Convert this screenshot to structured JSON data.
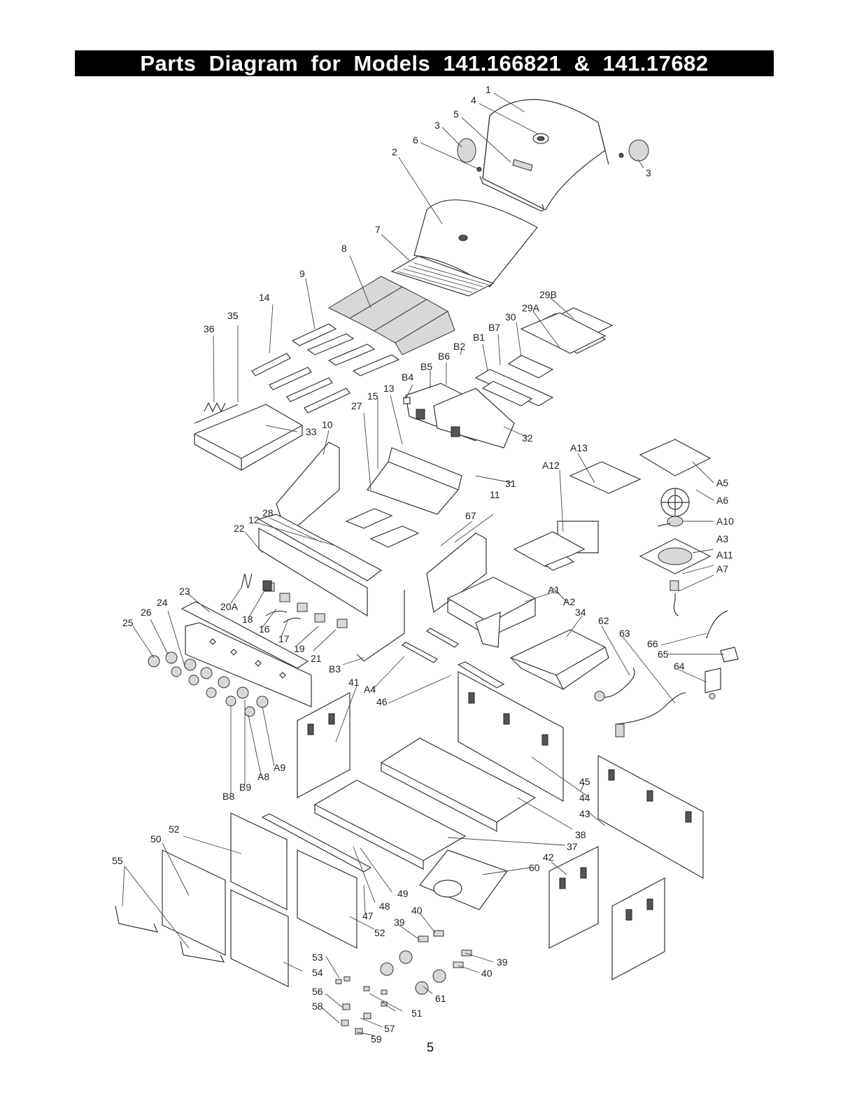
{
  "title": "Parts  Diagram  for  Models  141.166821  &  141.17682",
  "page_number": "5",
  "part_labels": [
    {
      "id": "p1",
      "text": "1"
    },
    {
      "id": "p4",
      "text": "4"
    },
    {
      "id": "p5",
      "text": "5"
    },
    {
      "id": "p3a",
      "text": "3"
    },
    {
      "id": "p6",
      "text": "6"
    },
    {
      "id": "p3b",
      "text": "3"
    },
    {
      "id": "p2",
      "text": "2"
    },
    {
      "id": "p7",
      "text": "7"
    },
    {
      "id": "p8",
      "text": "8"
    },
    {
      "id": "p9",
      "text": "9"
    },
    {
      "id": "p14",
      "text": "14"
    },
    {
      "id": "p35",
      "text": "35"
    },
    {
      "id": "p36",
      "text": "36"
    },
    {
      "id": "p29B",
      "text": "29B"
    },
    {
      "id": "p29A",
      "text": "29A"
    },
    {
      "id": "p30",
      "text": "30"
    },
    {
      "id": "pB7",
      "text": "B7"
    },
    {
      "id": "pB1",
      "text": "B1"
    },
    {
      "id": "pB2",
      "text": "B2"
    },
    {
      "id": "pB6",
      "text": "B6"
    },
    {
      "id": "pB5",
      "text": "B5"
    },
    {
      "id": "pB4",
      "text": "B4"
    },
    {
      "id": "p13",
      "text": "13"
    },
    {
      "id": "p15",
      "text": "15"
    },
    {
      "id": "p27",
      "text": "27"
    },
    {
      "id": "p10",
      "text": "10"
    },
    {
      "id": "p33",
      "text": "33"
    },
    {
      "id": "p32",
      "text": "32"
    },
    {
      "id": "p31",
      "text": "31"
    },
    {
      "id": "pA13",
      "text": "A13"
    },
    {
      "id": "pA12",
      "text": "A12"
    },
    {
      "id": "pA5",
      "text": "A5"
    },
    {
      "id": "pA6",
      "text": "A6"
    },
    {
      "id": "pA10",
      "text": "A10"
    },
    {
      "id": "pA3",
      "text": "A3"
    },
    {
      "id": "pA11",
      "text": "A11"
    },
    {
      "id": "pA7",
      "text": "A7"
    },
    {
      "id": "p11",
      "text": "11"
    },
    {
      "id": "p67",
      "text": "67"
    },
    {
      "id": "p28",
      "text": "28"
    },
    {
      "id": "p12",
      "text": "12"
    },
    {
      "id": "p22",
      "text": "22"
    },
    {
      "id": "pA1",
      "text": "A1"
    },
    {
      "id": "pA2",
      "text": "A2"
    },
    {
      "id": "p34",
      "text": "34"
    },
    {
      "id": "p62",
      "text": "62"
    },
    {
      "id": "p63",
      "text": "63"
    },
    {
      "id": "p66",
      "text": "66"
    },
    {
      "id": "p65",
      "text": "65"
    },
    {
      "id": "p64",
      "text": "64"
    },
    {
      "id": "p20A",
      "text": "20A"
    },
    {
      "id": "p18",
      "text": "18"
    },
    {
      "id": "p16",
      "text": "16"
    },
    {
      "id": "p17",
      "text": "17"
    },
    {
      "id": "p19",
      "text": "19"
    },
    {
      "id": "p21",
      "text": "21"
    },
    {
      "id": "p23",
      "text": "23"
    },
    {
      "id": "p26",
      "text": "26"
    },
    {
      "id": "p24",
      "text": "24"
    },
    {
      "id": "p25",
      "text": "25"
    },
    {
      "id": "pB3",
      "text": "B3"
    },
    {
      "id": "pA4",
      "text": "A4"
    },
    {
      "id": "p41",
      "text": "41"
    },
    {
      "id": "p46",
      "text": "46"
    },
    {
      "id": "pA9",
      "text": "A9"
    },
    {
      "id": "pA8",
      "text": "A8"
    },
    {
      "id": "pB9",
      "text": "B9"
    },
    {
      "id": "pB8",
      "text": "B8"
    },
    {
      "id": "p45",
      "text": "45"
    },
    {
      "id": "p44",
      "text": "44"
    },
    {
      "id": "p43",
      "text": "43"
    },
    {
      "id": "p38",
      "text": "38"
    },
    {
      "id": "p37",
      "text": "37"
    },
    {
      "id": "p42",
      "text": "42"
    },
    {
      "id": "p60",
      "text": "60"
    },
    {
      "id": "p52a",
      "text": "52"
    },
    {
      "id": "p50",
      "text": "50"
    },
    {
      "id": "p55",
      "text": "55"
    },
    {
      "id": "p49",
      "text": "49"
    },
    {
      "id": "p48",
      "text": "48"
    },
    {
      "id": "p47",
      "text": "47"
    },
    {
      "id": "p40a",
      "text": "40"
    },
    {
      "id": "p39a",
      "text": "39"
    },
    {
      "id": "p52b",
      "text": "52"
    },
    {
      "id": "p39b",
      "text": "39"
    },
    {
      "id": "p40b",
      "text": "40"
    },
    {
      "id": "p53",
      "text": "53"
    },
    {
      "id": "p54",
      "text": "54"
    },
    {
      "id": "p61",
      "text": "61"
    },
    {
      "id": "p56",
      "text": "56"
    },
    {
      "id": "p51",
      "text": "51"
    },
    {
      "id": "p58",
      "text": "58"
    },
    {
      "id": "p57",
      "text": "57"
    },
    {
      "id": "p59",
      "text": "59"
    }
  ]
}
